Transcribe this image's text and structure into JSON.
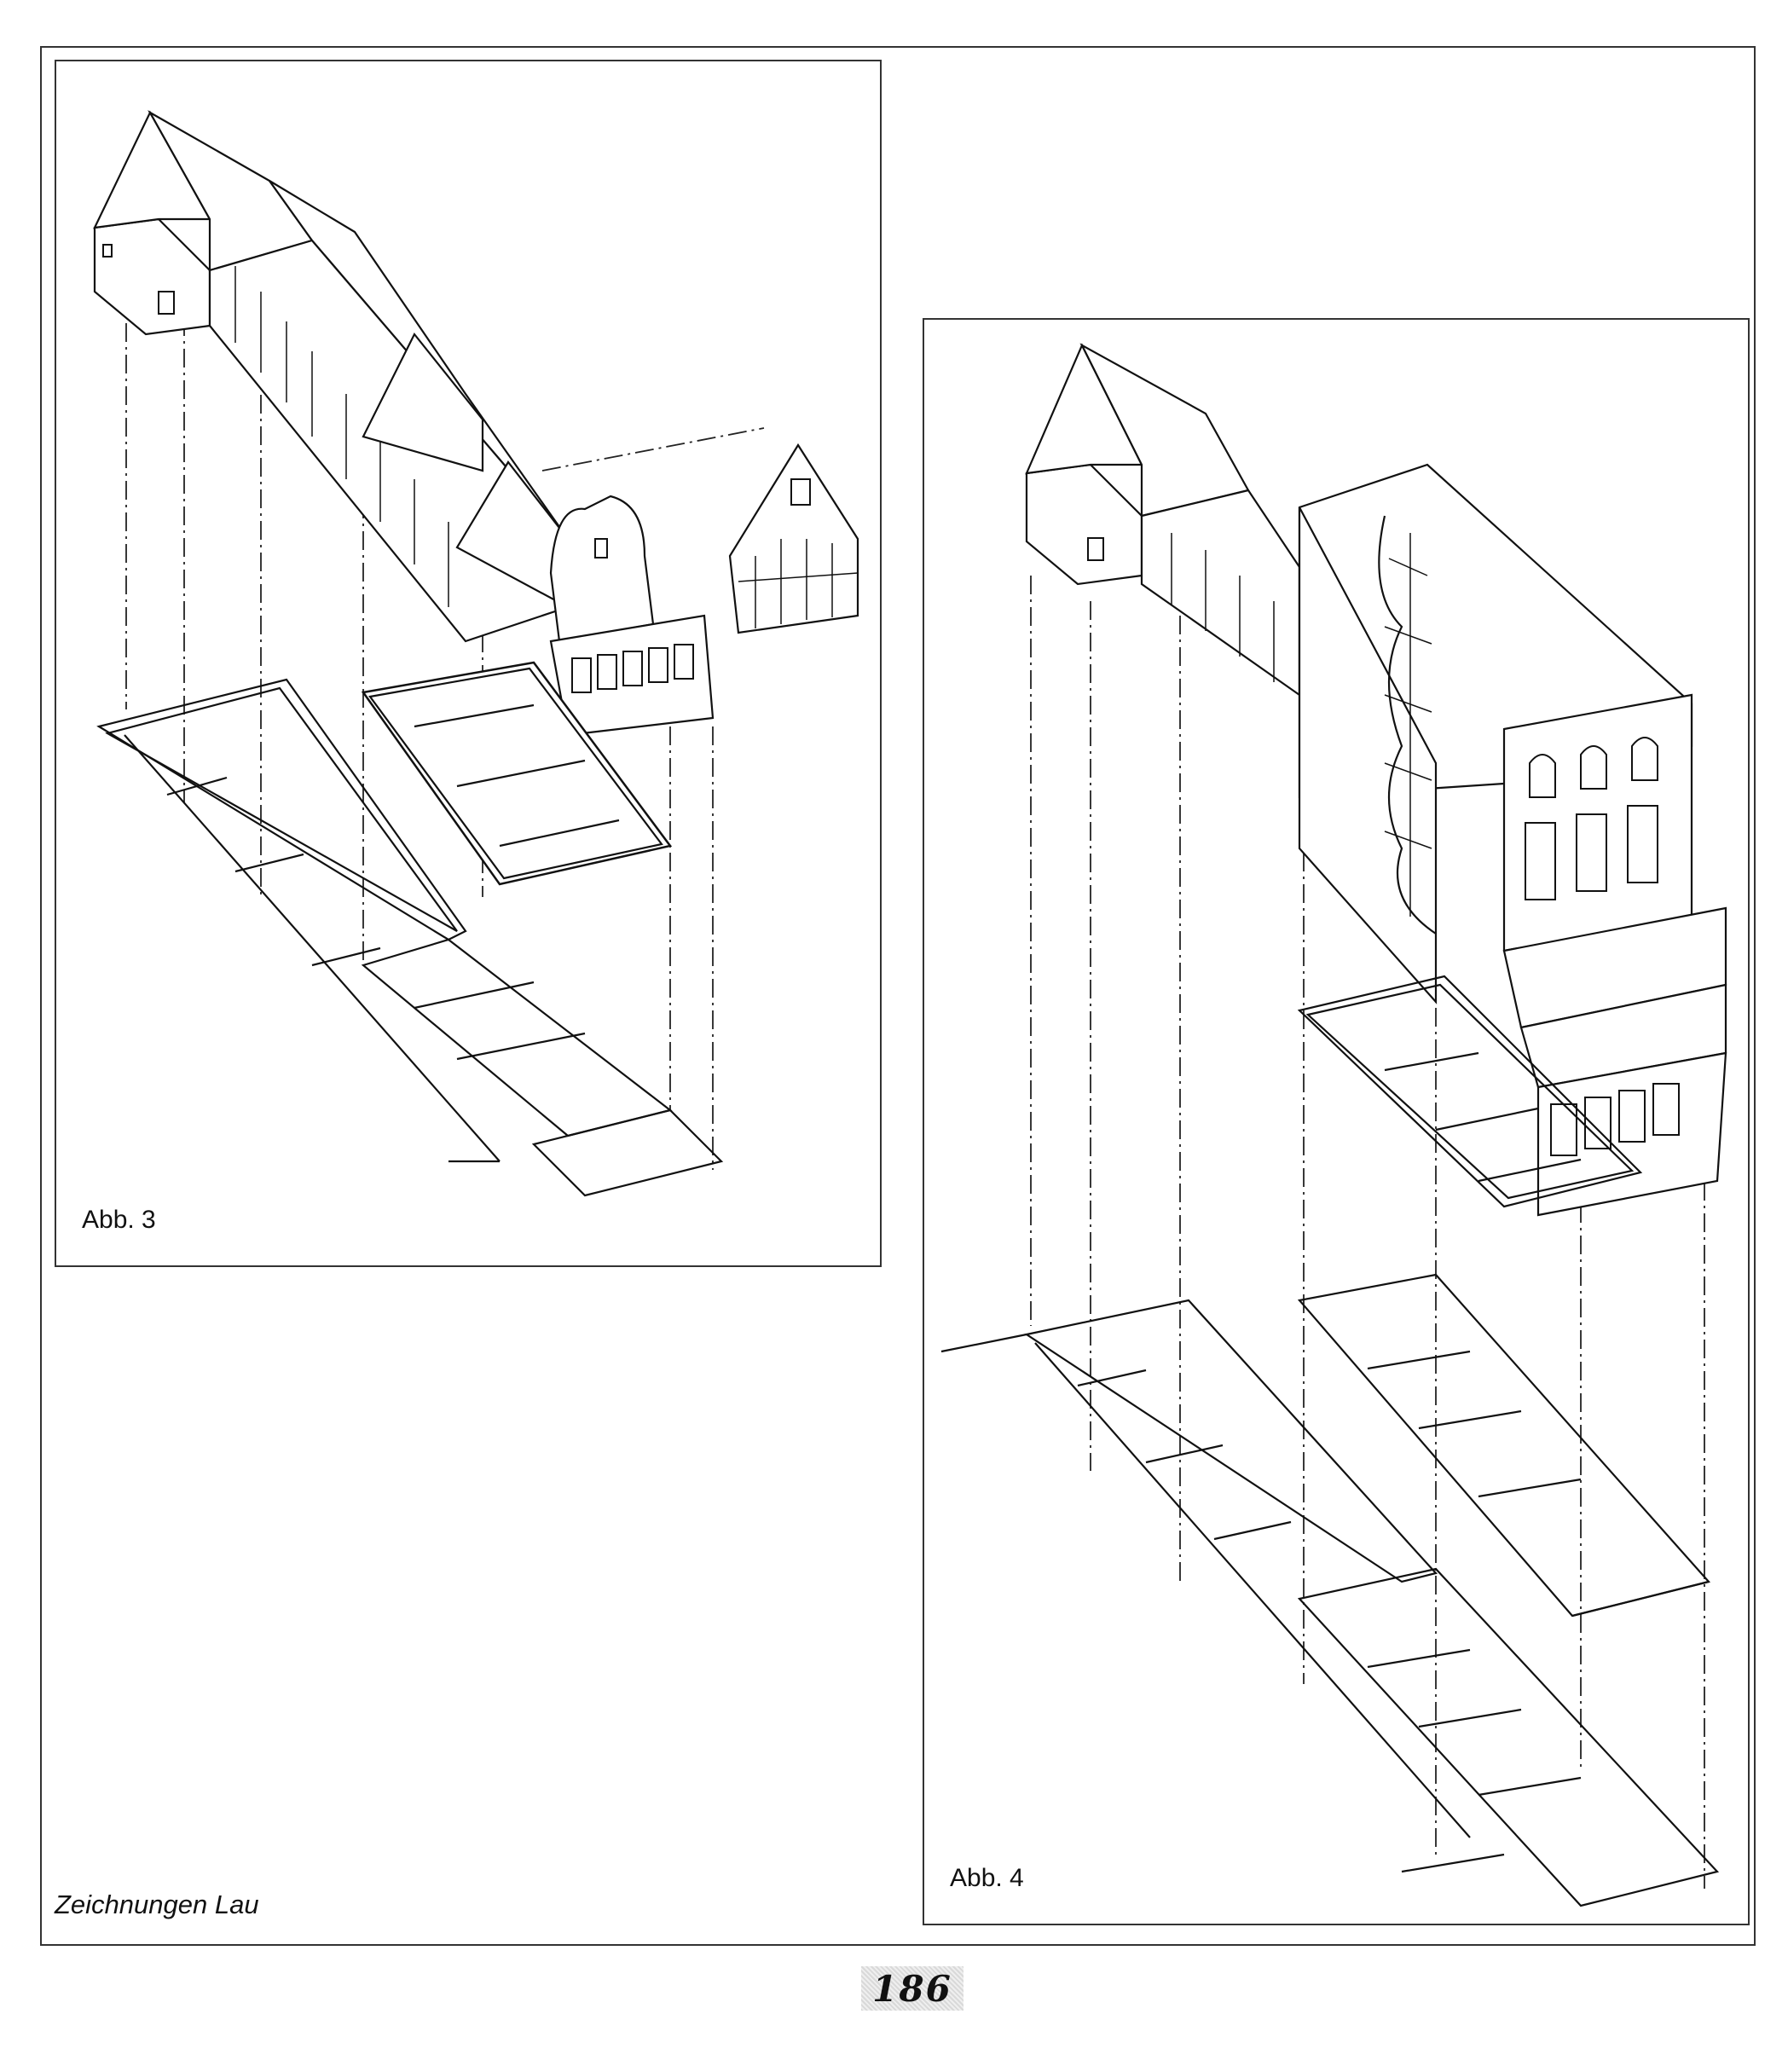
{
  "figures": [
    {
      "id": "abb3",
      "caption": "Abb. 3"
    },
    {
      "id": "abb4",
      "caption": "Abb. 4"
    }
  ],
  "credit": "Zeichnungen Lau",
  "page_number": "186"
}
